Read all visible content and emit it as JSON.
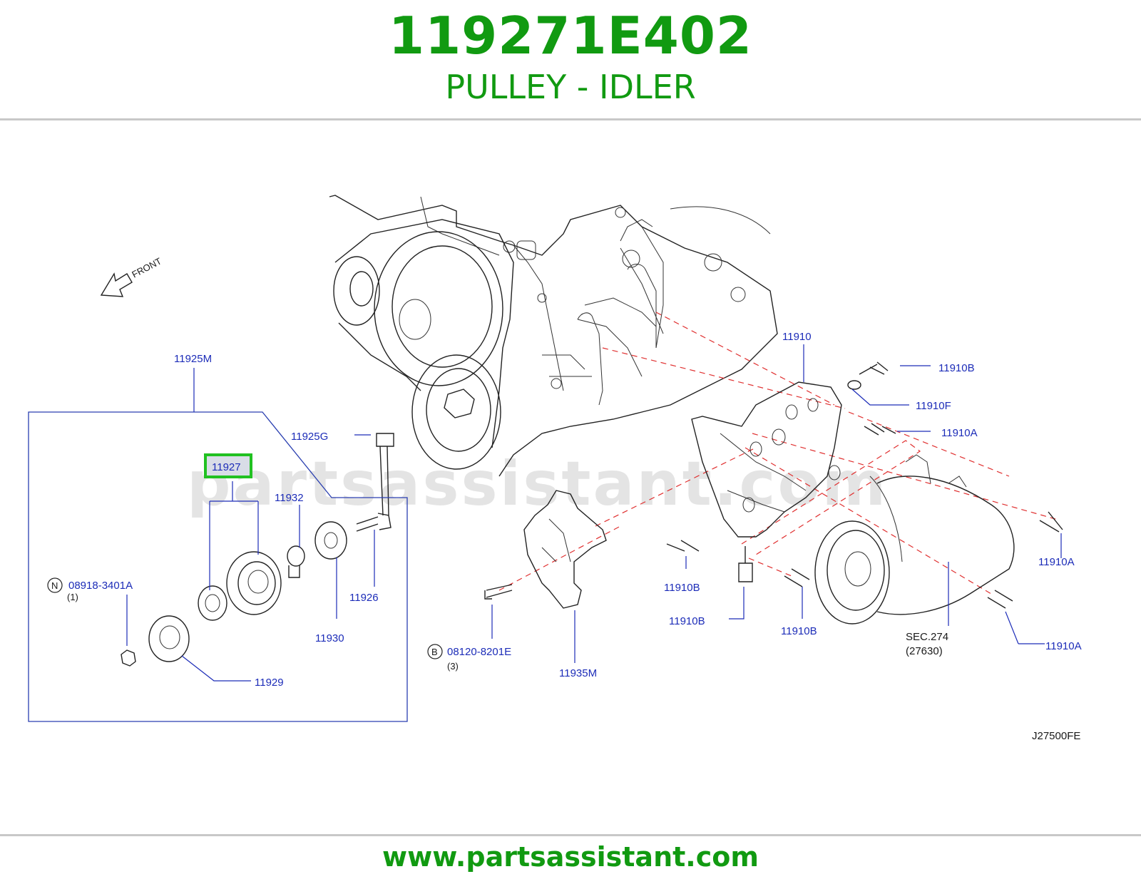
{
  "header": {
    "part_number": "119271E402",
    "part_name": "PULLEY - IDLER"
  },
  "diagram": {
    "watermark": "partsassistant.com",
    "front_label": "FRONT",
    "highlighted_callout": "11927",
    "highlight_color": "#21c121",
    "callouts": {
      "c11925M": "11925M",
      "c11925G": "11925G",
      "c11932": "11932",
      "c11926": "11926",
      "c11930": "11930",
      "c11929": "11929",
      "c08918": "08918-3401A",
      "c08918_qty": "(1)",
      "c11910": "11910",
      "c11910B_top": "11910B",
      "c11910F": "11910F",
      "c11910A_top": "11910A",
      "c11910A_mid": "11910A",
      "c11910A_bot": "11910A",
      "c11910B_left": "11910B",
      "c11910B_mid": "11910B",
      "c11910B_right": "11910B",
      "c08120": "08120-8201E",
      "c08120_qty": "(3)",
      "c11935M": "11935M",
      "sec_ref": "SEC.274",
      "sec_sub": "(27630)",
      "n_symbol": "N",
      "b_symbol": "B"
    },
    "diagram_code": "J27500FE"
  },
  "footer": {
    "url": "www.partsassistant.com"
  },
  "colors": {
    "brand_green": "#119a11",
    "callout_blue": "#1c2cb8",
    "dash_red": "#e03030"
  }
}
